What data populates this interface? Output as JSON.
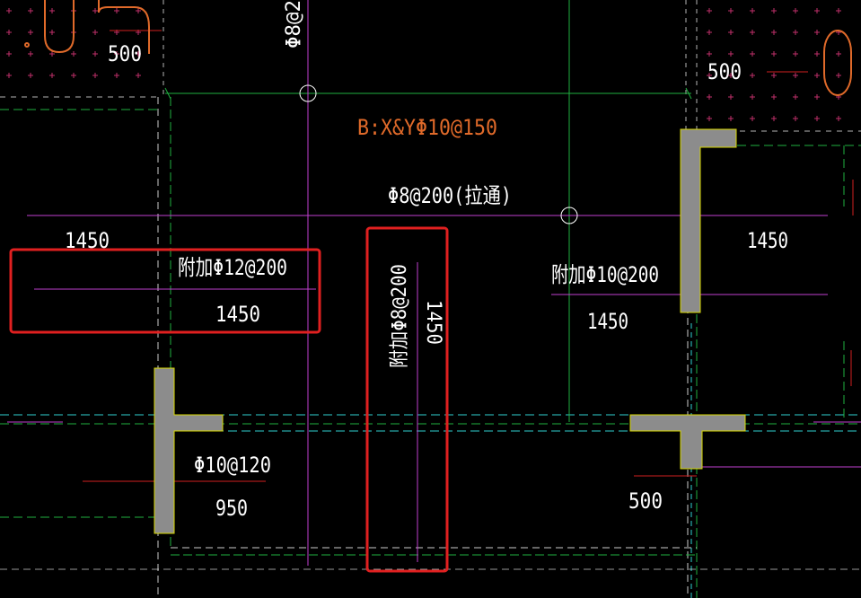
{
  "drawing": {
    "background": "#000000",
    "colors": {
      "white_text": "#ffffff",
      "orange_text": "#e06a2a",
      "magenta_line": "#c040d0",
      "green_line": "#20b040",
      "cyan_line": "#30d0d0",
      "red_line": "#d02020",
      "wall_fill": "#8c8c8c",
      "wall_edge": "#d8d800",
      "hatch_plus": "#c0306a",
      "highlight_box": "#e02020",
      "circle_marker": "#ffffff"
    },
    "labels": {
      "top_left_dim": "500",
      "top_right_dim": "500",
      "slab_rebar_note": "B:X&YΦ10@150",
      "top_vertical_rebar_partial": "Φ8@2",
      "through_rebar": "Φ8@200(拉通)",
      "left_dim_top": "1450",
      "left_additional_rebar": "附加Φ12@200",
      "left_additional_dim": "1450",
      "center_vertical_additional_rebar": "附加Φ8@200",
      "center_vertical_dim": "1450",
      "right_additional_rebar": "附加Φ10@200",
      "right_additional_dim": "1450",
      "right_dim_top": "1450",
      "bottom_rebar": "Φ10@120",
      "bottom_dim": "950",
      "bottom_right_dim": "500"
    },
    "highlights": [
      "left_additional_rebar",
      "center_vertical_additional_rebar"
    ]
  }
}
